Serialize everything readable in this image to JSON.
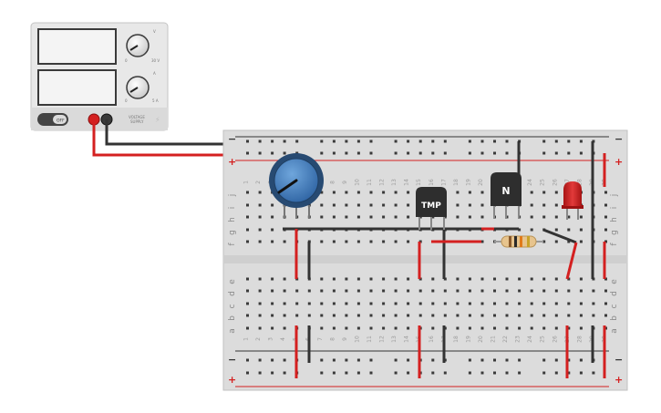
{
  "power_supply": {
    "off_label": "OFF",
    "voltage_range_min": "0",
    "voltage_range_max": "30 V",
    "current_range_min": "0",
    "current_range_max": "5 A",
    "voltage_knob_label": "V",
    "current_knob_label": "A",
    "brand_line1": "VOLTAGE",
    "brand_line2": "SUPPLY",
    "colors": {
      "positive": "#d42020",
      "negative": "#3a3a3a",
      "body": "#e6e6e6"
    }
  },
  "breadboard": {
    "plus_sign": "+",
    "minus_sign": "−",
    "row_letters_top": [
      "j",
      "i",
      "h",
      "g",
      "f"
    ],
    "row_letters_bottom": [
      "e",
      "d",
      "c",
      "b",
      "a"
    ],
    "column_numbers": [
      "1",
      "2",
      "3",
      "4",
      "5",
      "6",
      "7",
      "8",
      "9",
      "10",
      "11",
      "12",
      "13",
      "14",
      "15",
      "16",
      "17",
      "18",
      "19",
      "20",
      "21",
      "22",
      "23",
      "24",
      "25",
      "26",
      "27",
      "28",
      "29",
      "30"
    ]
  },
  "components": {
    "temp_sensor_label": "TMP",
    "transistor_label": "N",
    "led_color": "#c81e1e",
    "potentiometer_color": "#3f78b5",
    "resistor_bands": [
      "#8b5a2b",
      "#2a2a2a",
      "#e07a1a",
      "#c9a227"
    ]
  },
  "wire_colors": {
    "red": "#d42020",
    "black": "#333333"
  }
}
